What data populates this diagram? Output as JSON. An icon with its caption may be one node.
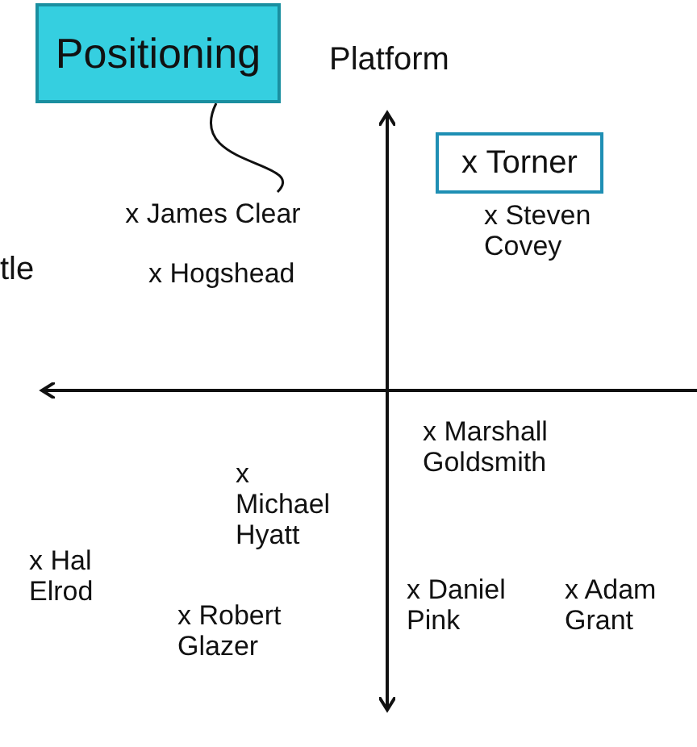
{
  "diagram": {
    "nodes": [
      {
        "text": [
          "Positioning"
        ]
      },
      {
        "text": [
          "x Torner"
        ]
      },
      {
        "text": [
          "x James Clear"
        ]
      }
    ],
    "edges": [
      {
        "from": 0,
        "to": 2,
        "arrow": "none"
      }
    ],
    "labels": [
      "Platform",
      "x Steven Covey",
      "tle",
      "x Hogshead",
      "x Marshall Goldsmith",
      "x Michael Hyatt",
      "x Hal Elrod",
      "x Robert Glazer",
      "x Daniel Pink",
      "x Adam Grant"
    ]
  }
}
